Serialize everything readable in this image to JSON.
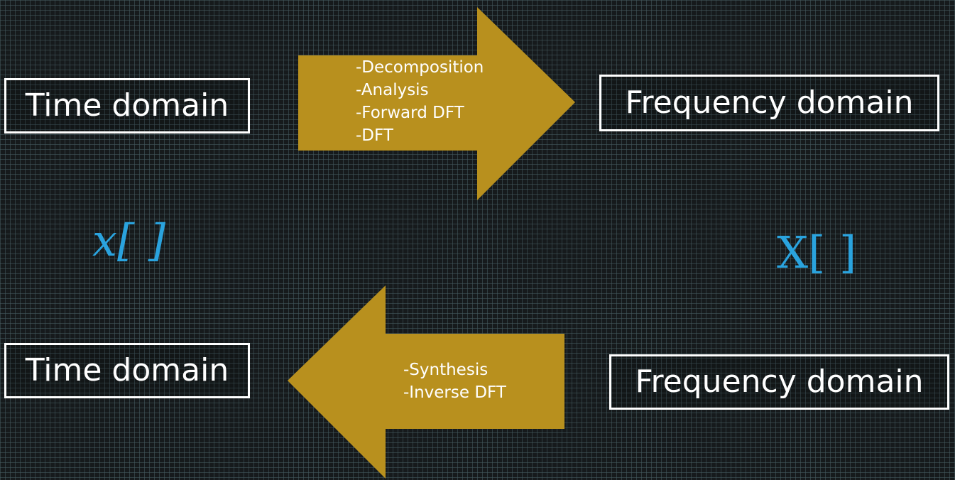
{
  "top_row": {
    "left_box": "Time domain",
    "right_box": "Frequency domain"
  },
  "forward_arrow": {
    "direction": "right",
    "color": "#b8901e",
    "labels": [
      "-Decomposition",
      "-Analysis",
      "-Forward DFT",
      "-DFT"
    ]
  },
  "signals": {
    "time": "x[ ]",
    "frequency": "X[ ]",
    "color": "#2aa3de"
  },
  "bottom_row": {
    "left_box": "Time domain",
    "right_box": "Frequency domain"
  },
  "inverse_arrow": {
    "direction": "left",
    "color": "#b8901e",
    "labels": [
      "-Synthesis",
      "-Inverse DFT"
    ]
  }
}
